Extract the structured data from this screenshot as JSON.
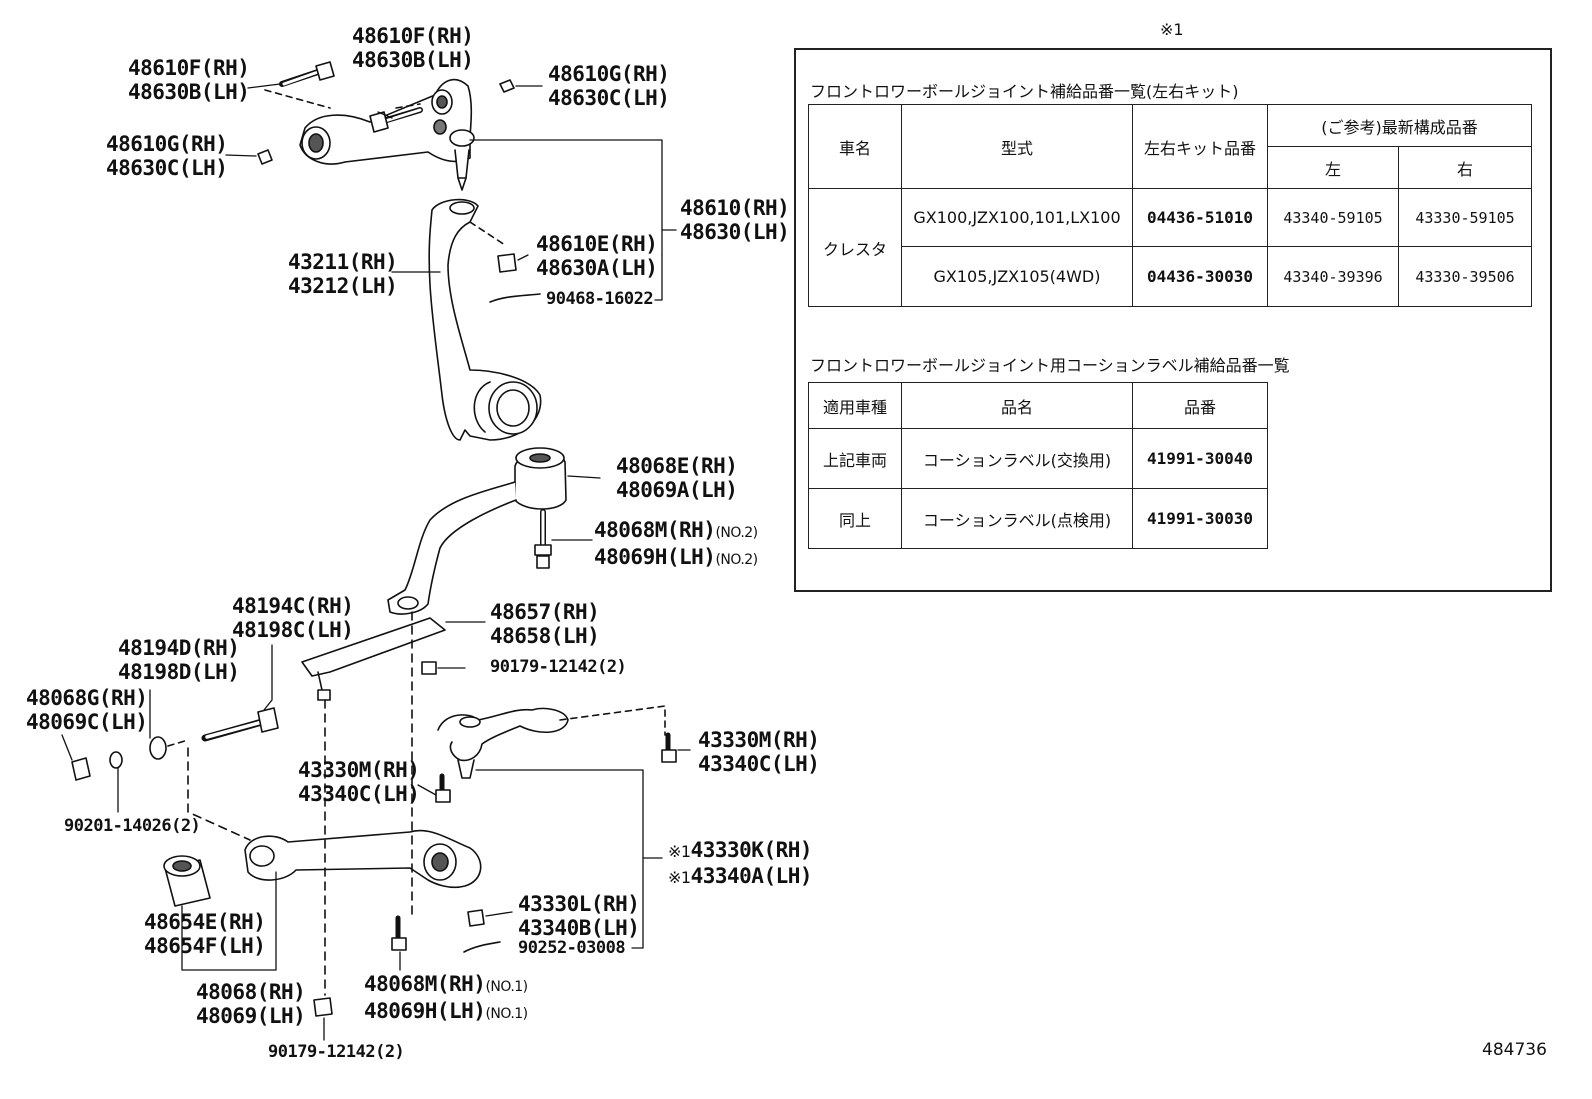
{
  "callouts": {
    "c1": [
      "48610F(RH)",
      "48630B(LH)"
    ],
    "c2": [
      "48610F(RH)",
      "48630B(LH)"
    ],
    "c3": [
      "48610G(RH)",
      "48630C(LH)"
    ],
    "c4": [
      "48610G(RH)",
      "48630C(LH)"
    ],
    "c5": [
      "48610(RH)",
      "48630(LH)"
    ],
    "c6": [
      "48610E(RH)",
      "48630A(LH)"
    ],
    "c7": [
      "43211(RH)",
      "43212(LH)"
    ],
    "c8": "90468-16022",
    "c9": [
      "48068E(RH)",
      "48069A(LH)"
    ],
    "c10": [
      "48068M(RH)",
      "48069H(LH)"
    ],
    "c10_note": "(NO.2)",
    "c11": [
      "48194C(RH)",
      "48198C(LH)"
    ],
    "c12": [
      "48657(RH)",
      "48658(LH)"
    ],
    "c13": [
      "48194D(RH)",
      "48198D(LH)"
    ],
    "c14": "90179-12142(2)",
    "c15": [
      "48068G(RH)",
      "48069C(LH)"
    ],
    "c16": [
      "43330M(RH)",
      "43340C(LH)"
    ],
    "c17": [
      "43330M(RH)",
      "43340C(LH)"
    ],
    "c18": "90201-14026(2)",
    "c19": [
      "43330K(RH)",
      "43340A(LH)"
    ],
    "c19_mark": "※1",
    "c20": [
      "48654E(RH)",
      "48654F(LH)"
    ],
    "c21": [
      "43330L(RH)",
      "43340B(LH)"
    ],
    "c22": "90252-03008",
    "c23": [
      "48068M(RH)",
      "48069H(LH)"
    ],
    "c23_note": "(NO.1)",
    "c24": [
      "48068(RH)",
      "48069(LH)"
    ],
    "c25": "90179-12142(2)"
  },
  "reference": {
    "mark": "※1",
    "table1": {
      "caption": "フロントロワーボールジョイント補給品番一覧(左右キット)",
      "headers": [
        "車名",
        "型式",
        "左右キット品番",
        "(ご参考)最新構成品番",
        "左",
        "右"
      ],
      "vehicle": "クレスタ",
      "rows": [
        {
          "model": "GX100,JZX100,101,LX100",
          "kit": "04436-51010",
          "left": "43340-59105",
          "right": "43330-59105"
        },
        {
          "model": "GX105,JZX105(4WD)",
          "kit": "04436-30030",
          "left": "43340-39396",
          "right": "43330-39506"
        }
      ]
    },
    "table2": {
      "caption": "フロントロワーボールジョイント用コーションラベル補給品番一覧",
      "headers": [
        "適用車種",
        "品名",
        "品番"
      ],
      "rows": [
        {
          "vehicle": "上記車両",
          "name": "コーションラベル(交換用)",
          "part": "41991-30040"
        },
        {
          "vehicle": "同上",
          "name": "コーションラベル(点検用)",
          "part": "41991-30030"
        }
      ]
    }
  },
  "figure_number": "484736"
}
